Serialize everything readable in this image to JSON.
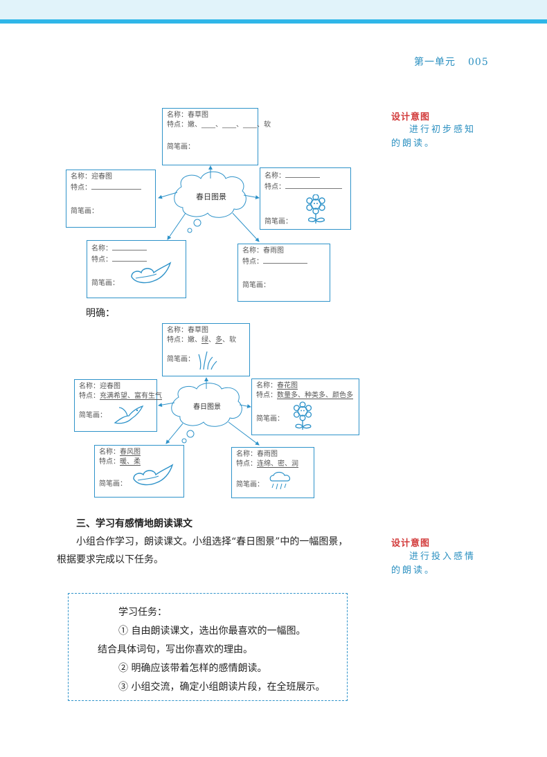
{
  "header": {
    "unit": "第一单元",
    "page": "005"
  },
  "diagram1": {
    "center": "春日图景",
    "top": {
      "name_label": "名称：",
      "name": "春草图",
      "feat_label": "特点：",
      "feat": "嫩、____、____、____、软",
      "sketch_label": "简笔画："
    },
    "left": {
      "name_label": "名称：",
      "name": "迎春图",
      "feat_label": "特点：",
      "sketch_label": "简笔画："
    },
    "right": {
      "name_label": "名称：",
      "feat_label": "特点：",
      "sketch_label": "简笔画："
    },
    "bottom_left": {
      "name_label": "名称：",
      "feat_label": "特点：",
      "sketch_label": "简笔画："
    },
    "bottom_right": {
      "name_label": "名称：",
      "name": "春雨图",
      "feat_label": "特点：",
      "sketch_label": "简笔画："
    }
  },
  "answer_label": "明确：",
  "diagram2": {
    "center": "春日图景",
    "top": {
      "name_label": "名称：",
      "name": "春草图",
      "feat_label": "特点：",
      "feat_pre": "嫩、",
      "f1": "绿",
      "sep1": "、",
      "f2": "多",
      "sep2": "、",
      "feat_post": "软",
      "sketch_label": "简笔画："
    },
    "left": {
      "name_label": "名称：",
      "name": "迎春图",
      "feat_label": "特点：",
      "feat": "充满希望、富有生气",
      "sketch_label": "简笔画："
    },
    "right": {
      "name_label": "名称：",
      "name": "春花图",
      "feat_label": "特点：",
      "feat": "数量多、种类多、颜色多",
      "sketch_label": "简笔画："
    },
    "bottom_left": {
      "name_label": "名称：",
      "name": "春风图",
      "feat_label": "特点：",
      "feat": "暖、柔",
      "sketch_label": "简笔画："
    },
    "bottom_right": {
      "name_label": "名称：",
      "name": "春雨图",
      "feat_label": "特点：",
      "feat": "连绵、密、润",
      "sketch_label": "简笔画："
    }
  },
  "sidebar": [
    {
      "title": "设计意图",
      "line1": "进行初步感知",
      "line2": "的朗读。"
    },
    {
      "title": "设计意图",
      "line1": "进行投入感情",
      "line2": "的朗读。"
    }
  ],
  "section": {
    "title": "三、学习有感情地朗读课文",
    "para": "小组合作学习，朗读课文。小组选择“春日图景”中的一幅图景，根据要求完成以下任务。"
  },
  "tasks": {
    "heading": "学习任务：",
    "item1a": "① 自由朗读课文，选出你最喜欢的一幅图。",
    "item1b": "结合具体词句，写出你喜欢的理由。",
    "item2": "② 明确应该带着怎样的感情朗读。",
    "item3": "③ 小组交流，确定小组朗读片段，在全班展示。"
  },
  "colors": {
    "accent": "#2fb6e8",
    "box_border": "#2d92c9",
    "side_title": "#d23a3a",
    "side_body": "#2a8fc0"
  }
}
